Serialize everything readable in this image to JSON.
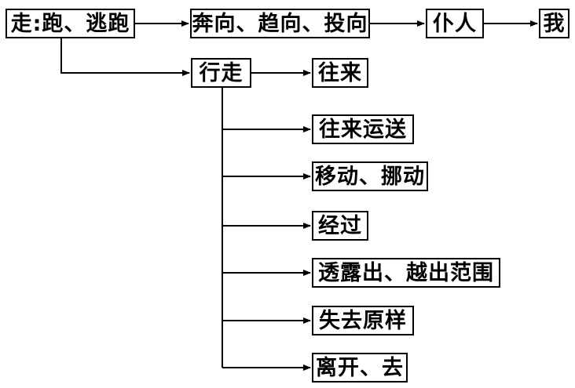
{
  "diagram": {
    "colors": {
      "line": "#000000",
      "text": "#000000",
      "background": "#ffffff"
    },
    "nodes": {
      "root": "走:跑、逃跑",
      "rush_toward": "奔向、趋向、投向",
      "servant": "仆人",
      "me": "我",
      "walk": "行走",
      "come_go": "往来",
      "transport": "往来运送",
      "move": "移动、挪动",
      "pass": "经过",
      "leak": "透露出、越出范围",
      "lose_shape": "失去原样",
      "leave": "离开、去"
    }
  }
}
